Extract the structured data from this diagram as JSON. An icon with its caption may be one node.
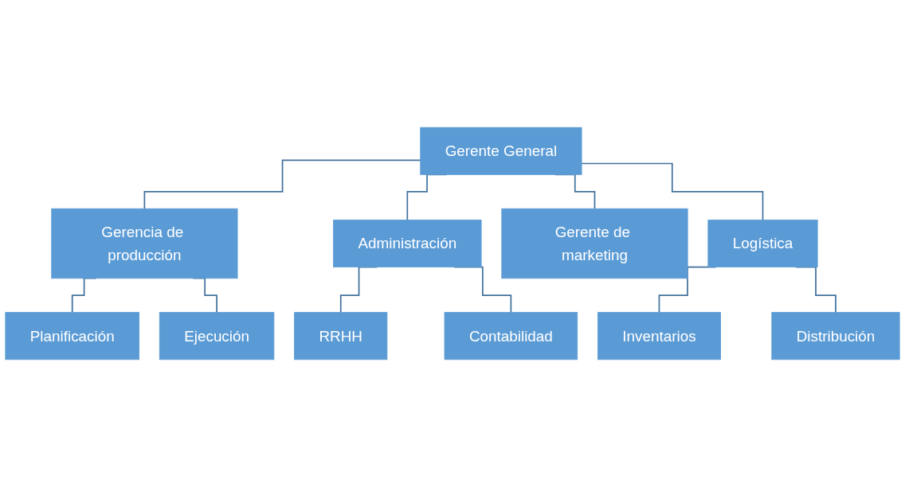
{
  "diagram": {
    "nodes": [
      {
        "text": [
          "Gerente General"
        ]
      },
      {
        "text": [
          "Gerencia de producción"
        ]
      },
      {
        "text": [
          "Administración"
        ]
      },
      {
        "text": [
          "Gerente de marketing"
        ]
      },
      {
        "text": [
          "Logística"
        ]
      },
      {
        "text": [
          "Planificación"
        ]
      },
      {
        "text": [
          "Ejecución"
        ]
      },
      {
        "text": [
          "RRHH"
        ]
      },
      {
        "text": [
          "Contabilidad"
        ]
      },
      {
        "text": [
          "Inventarios"
        ]
      },
      {
        "text": [
          "Distribución"
        ]
      }
    ],
    "edges": [
      {
        "from": 0,
        "to": 1,
        "arrow": "none"
      },
      {
        "from": 0,
        "to": 2,
        "arrow": "none"
      },
      {
        "from": 0,
        "to": 3,
        "arrow": "none"
      },
      {
        "from": 0,
        "to": 4,
        "arrow": "none"
      },
      {
        "from": 1,
        "to": 5,
        "arrow": "none"
      },
      {
        "from": 1,
        "to": 6,
        "arrow": "none"
      },
      {
        "from": 2,
        "to": 7,
        "arrow": "none"
      },
      {
        "from": 2,
        "to": 8,
        "arrow": "none"
      },
      {
        "from": 4,
        "to": 9,
        "arrow": "none"
      },
      {
        "from": 4,
        "to": 10,
        "arrow": "none"
      }
    ]
  }
}
